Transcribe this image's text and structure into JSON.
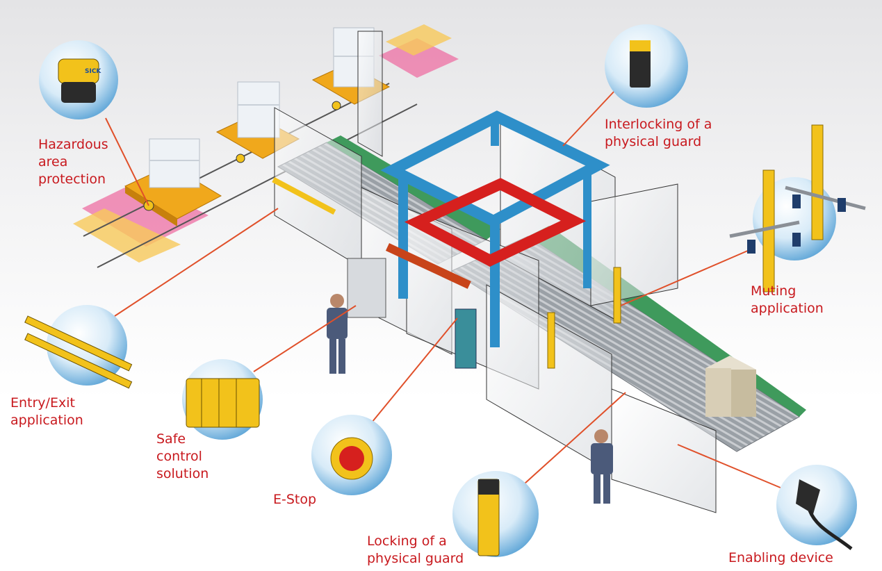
{
  "labels": {
    "hazardous_area": "Hazardous\narea\nprotection",
    "entry_exit": "Entry/Exit\napplication",
    "safe_control": "Safe\ncontrol\nsolution",
    "estop": "E-Stop",
    "locking_guard": "Locking of a\nphysical guard",
    "enabling_device": "Enabling device",
    "muting": "Muting\napplication",
    "interlocking_guard": "Interlocking of a\nphysical guard"
  },
  "brand": {
    "scanner_logo": "SICK"
  },
  "colors": {
    "label_red": "#c8191e",
    "leader_line": "#e0502a",
    "frame_blue": "#2e8fc9",
    "ring_red": "#d6201e",
    "sensor_yellow": "#f2c21b",
    "agv_orange": "#f0a81c",
    "conveyor_green": "#3f9a5c",
    "zone_pink": "#ee6fa3",
    "zone_yellow": "#f8c95a"
  }
}
